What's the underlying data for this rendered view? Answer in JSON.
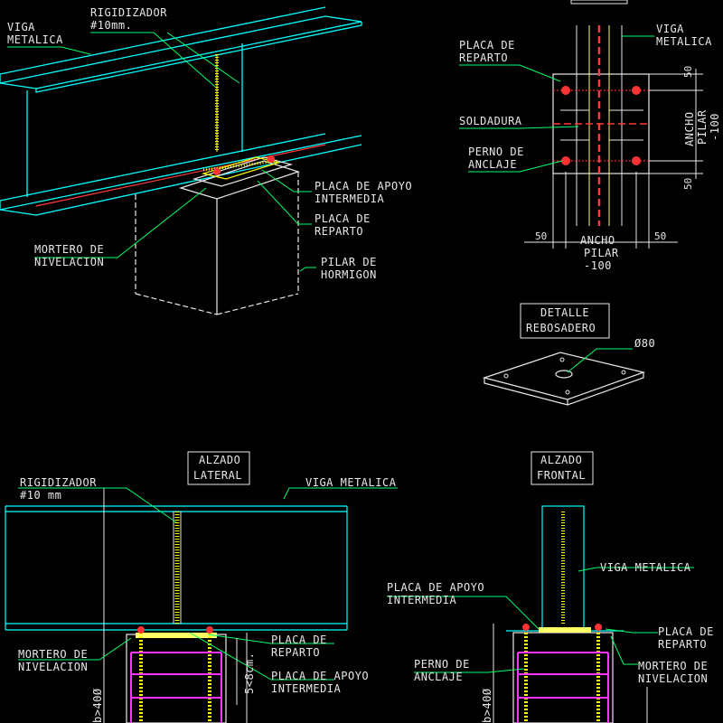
{
  "colors": {
    "background": "#000000",
    "beam": "#00ffff",
    "label": "#e8e8e8",
    "leader": "#00ff66",
    "weld": "#ffff00",
    "axis": "#ff3b3b",
    "concrete": "#e8e8e8",
    "bolt": "#ff3333",
    "stirrup": "#ff33ff"
  },
  "iso": {
    "viga": [
      "VIGA",
      "METALICA"
    ],
    "rigidizador": [
      "RIGIDIZADOR",
      "#10mm."
    ],
    "placa_apoyo": [
      "PLACA DE APOYO",
      "INTERMEDIA"
    ],
    "placa_reparto": [
      "PLACA DE",
      "REPARTO"
    ],
    "mortero": [
      "MORTERO DE",
      "NIVELACION"
    ],
    "pilar": [
      "PILAR DE",
      "HORMIGON"
    ]
  },
  "plan": {
    "viga": [
      "VIGA",
      "METALICA"
    ],
    "placa_reparto": [
      "PLACA DE",
      "REPARTO"
    ],
    "soldadura": "SOLDADURA",
    "perno": [
      "PERNO DE",
      "ANCLAJE"
    ],
    "dim_50_top": "50",
    "dim_50_bot": "50",
    "dim_50_left": "50",
    "dim_50_right": "50",
    "ancho_v": [
      "ANCHO",
      "PILAR",
      "-100"
    ],
    "ancho_h": [
      "ANCHO",
      "PILAR",
      "-100"
    ]
  },
  "detalle": {
    "title": [
      "DETALLE",
      "REBOSADERO"
    ],
    "diam": "Ø80"
  },
  "lateral": {
    "title": [
      "ALZADO",
      "LATERAL"
    ],
    "rigidizador": [
      "RIGIDIZADOR",
      "#10  mm"
    ],
    "viga": "VIGA  METALICA",
    "mortero": [
      "MORTERO DE",
      "NIVELACION"
    ],
    "placa_reparto": [
      "PLACA DE",
      "REPARTO"
    ],
    "placa_apoyo": [
      "PLACA DE APOYO",
      "INTERMEDIA"
    ],
    "dim_5a8": "5<8cm.",
    "dim_40": "b>40Ø"
  },
  "frontal": {
    "title": [
      "ALZADO",
      "FRONTAL"
    ],
    "viga": "VIGA  METALICA",
    "placa_apoyo": [
      "PLACA DE APOYO",
      "INTERMEDIA"
    ],
    "placa_reparto": [
      "PLACA DE",
      "REPARTO"
    ],
    "perno": [
      "PERNO DE",
      "ANCLAJE"
    ],
    "mortero": [
      "MORTERO DE",
      "NIVELACION"
    ],
    "dim_40": "b>40Ø"
  }
}
